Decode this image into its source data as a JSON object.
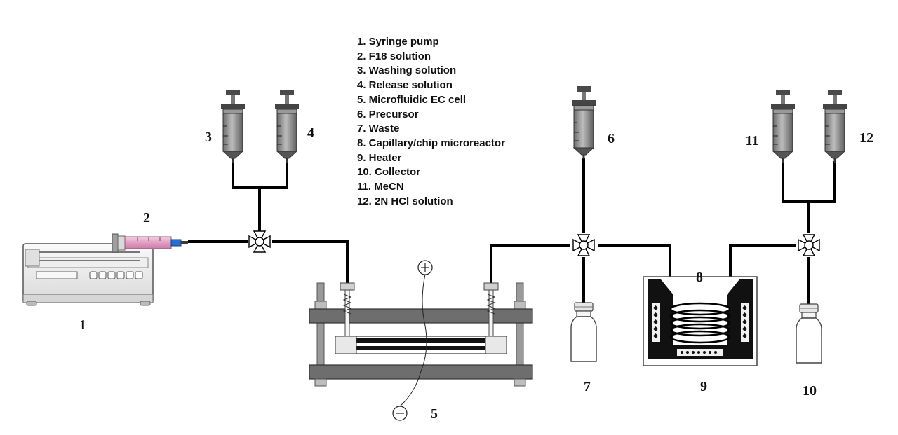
{
  "legend": [
    "1. Syringe pump",
    "2. F18 solution",
    "3. Washing solution",
    "4. Release solution",
    "5. Microfluidic EC cell",
    "6. Precursor",
    "7. Waste",
    "8. Capillary/chip microreactor",
    "9. Heater",
    "10. Collector",
    "11. MeCN",
    "12. 2N HCl solution"
  ],
  "labels": {
    "pump": "1",
    "f18": "2",
    "washing": "3",
    "release": "4",
    "ec_cell": "5",
    "precursor": "6",
    "waste": "7",
    "reactor": "8",
    "heater": "9",
    "collector": "10",
    "mecn": "11",
    "hcl": "12"
  },
  "electrodes": {
    "positive": "+",
    "negative": "−"
  },
  "colors": {
    "line": "#000000",
    "syringe_fluid": "#8c8c8c",
    "f18_fluid": "#e5a9c8",
    "tip_blue": "#2b6cd1",
    "heater_block": "#111111",
    "plate": "#6e6e6e"
  }
}
